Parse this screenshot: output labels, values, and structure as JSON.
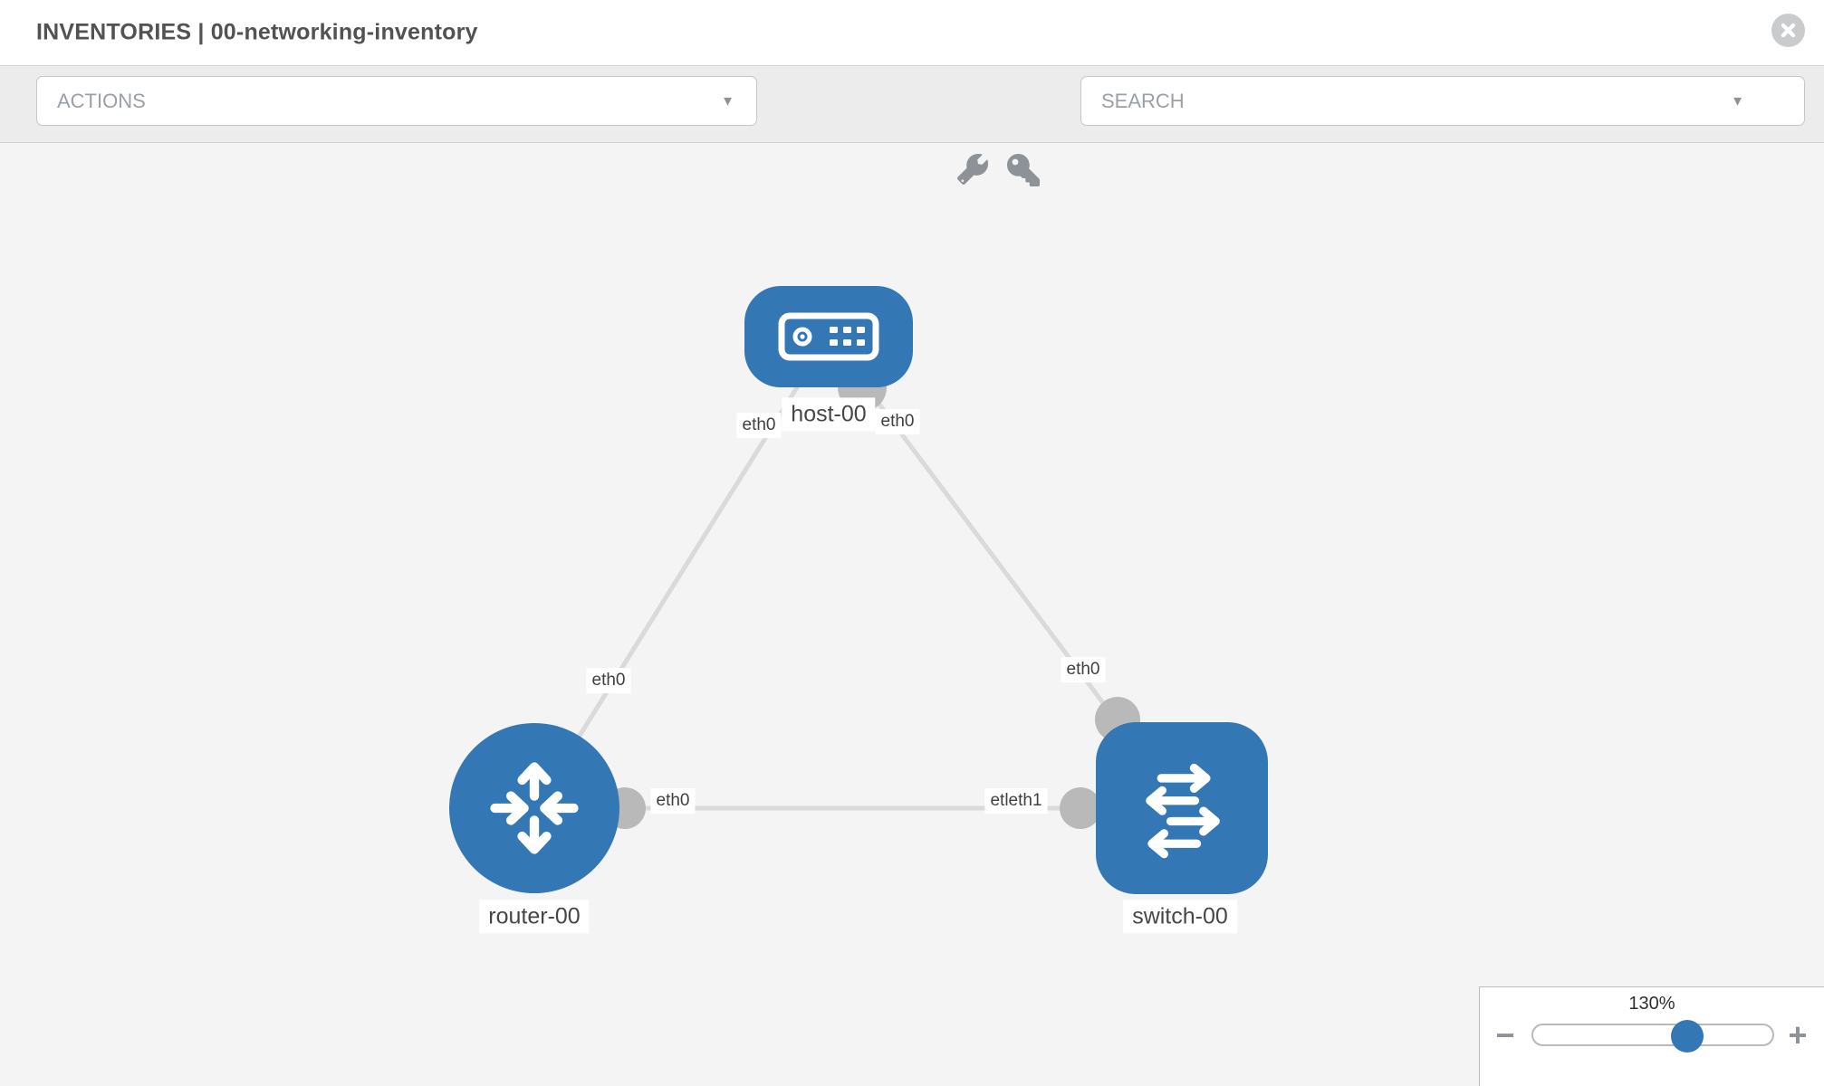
{
  "header": {
    "title": "INVENTORIES | 00-networking-inventory"
  },
  "toolbar": {
    "actions_label": "ACTIONS",
    "search_label": "SEARCH",
    "icons": [
      "wrench-icon",
      "key-icon"
    ]
  },
  "diagram": {
    "nodes": {
      "host": {
        "label": "host-00",
        "type": "host"
      },
      "router": {
        "label": "router-00",
        "type": "router"
      },
      "switch": {
        "label": "switch-00",
        "type": "switch"
      }
    },
    "interfaces": {
      "host_left": "eth0",
      "host_right": "eth0",
      "router_top": "eth0",
      "switch_top": "eth0",
      "link_router_end": "eth0",
      "link_switch_end": "etleth1"
    },
    "links": [
      {
        "from": "host-00",
        "to": "router-00"
      },
      {
        "from": "host-00",
        "to": "switch-00"
      },
      {
        "from": "router-00",
        "to": "switch-00"
      }
    ]
  },
  "zoom_panel": {
    "value": "130%",
    "minus": "−",
    "plus": "+"
  },
  "colors": {
    "node_blue": "#3377b5",
    "edge_gray": "#dadada",
    "connector_gray": "#b9b9b9",
    "canvas_bg": "#f4f4f4",
    "toolbar_bg": "#ececec"
  }
}
